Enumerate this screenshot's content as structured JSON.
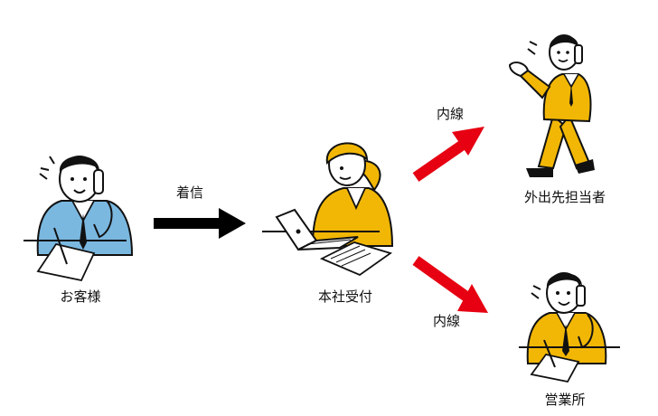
{
  "labels": {
    "customer": "お客様",
    "incoming": "着信",
    "reception": "本社受付",
    "extension_top": "内線",
    "extension_bottom": "内線",
    "out_staff": "外出先担当者",
    "sales_office": "営業所"
  },
  "colors": {
    "blue_suit": "#7ab8e0",
    "yellow_suit": "#f2b705",
    "arrow_black": "#000000",
    "arrow_red": "#e60012",
    "outline": "#111111",
    "skin": "#ffffff"
  },
  "icons": {
    "customer": "phone-caller-icon",
    "reception": "receptionist-laptop-icon",
    "out_staff": "walking-phone-icon",
    "sales_office": "desk-phone-icon"
  }
}
